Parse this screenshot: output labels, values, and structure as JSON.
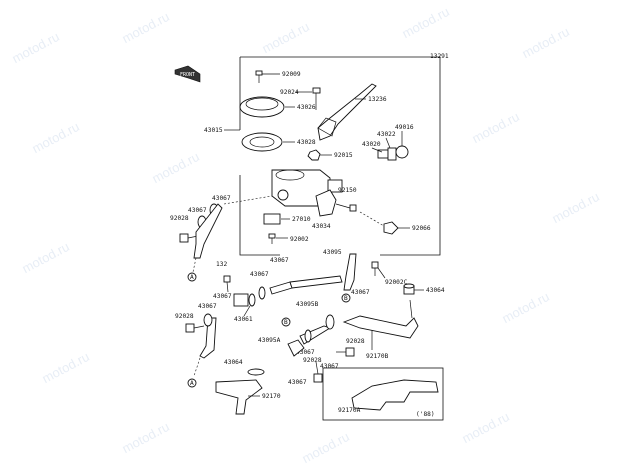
{
  "watermark": "motod.ru",
  "code": "13291",
  "front_label": "FRONT",
  "year_note": "('88)",
  "callout_a": "A",
  "callout_b": "B",
  "parts": {
    "p92009": "92009",
    "p92024": "92024",
    "p13236": "13236",
    "p43026": "43026",
    "p43015": "43015",
    "p43028": "43028",
    "p43020": "43020",
    "p43022": "43022",
    "p49016": "49016",
    "p92015": "92015",
    "p92150": "92150",
    "p27010": "27010",
    "p43034": "43034",
    "p92002": "92002",
    "p92066": "92066",
    "p43095": "43095",
    "p43067_a": "43067",
    "p43067_b": "43067",
    "p43067_c": "43067",
    "p43067_d": "43067",
    "p43067_e": "43067",
    "p43067_f": "43067",
    "p43067_g": "43067",
    "p43067_h": "43067",
    "p43067_i": "43067",
    "p43067_j": "43067",
    "p92028_a": "92028",
    "p92028_b": "92028",
    "p92028_c": "92028",
    "p92028_d": "92028",
    "p132": "132",
    "p92002c": "92002C",
    "p43061": "43061",
    "p43095b": "43095B",
    "p43095a": "43095A",
    "p43064_a": "43064",
    "p43064_b": "43064",
    "p92170": "92170",
    "p92170a": "92170A",
    "p92170b": "92170B"
  }
}
